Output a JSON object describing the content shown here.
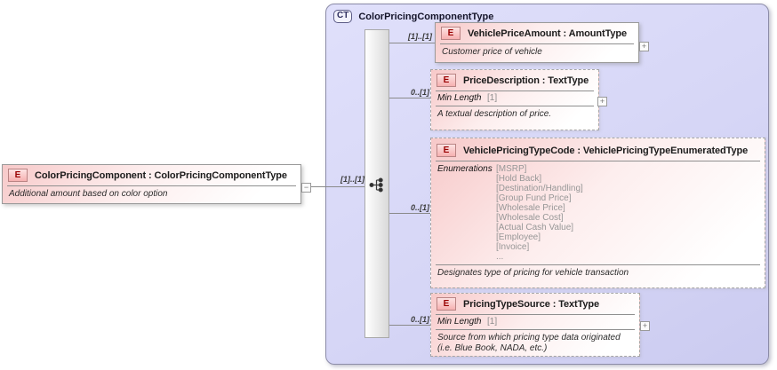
{
  "diagram": {
    "root_element": {
      "badge": "E",
      "title": "ColorPricingComponent : ColorPricingComponentType",
      "annotation": "Additional amount based on color option",
      "collapse_glyph": "−",
      "cardinality": "[1]..[1]"
    },
    "complex_type": {
      "badge": "CT",
      "title": "ColorPricingComponentType",
      "compositor": "sequence"
    },
    "children": [
      {
        "badge": "E",
        "title": "VehiclePriceAmount : AmountType",
        "cardinality": "[1]..[1]",
        "annotation": "Customer price of vehicle",
        "expand_glyph": "+"
      },
      {
        "badge": "E",
        "title": "PriceDescription : TextType",
        "cardinality": "0..[1]",
        "facet_label": "Min Length",
        "facet_value": "[1]",
        "annotation": "A textual description of price.",
        "expand_glyph": "+"
      },
      {
        "badge": "E",
        "title": "VehiclePricingTypeCode : VehiclePricingTypeEnumeratedType",
        "cardinality": "0..[1]",
        "enumerations_label": "Enumerations",
        "enumerations": [
          "[MSRP]",
          "[Hold Back]",
          "[Destination/Handling]",
          "[Group Fund Price]",
          "[Wholesale Price]",
          "[Wholesale Cost]",
          "[Actual Cash Value]",
          "[Employee]",
          "[Invoice]",
          "..."
        ],
        "annotation": "Designates type of pricing for vehicle transaction"
      },
      {
        "badge": "E",
        "title": "PricingTypeSource : TextType",
        "cardinality": "0..[1]",
        "facet_label": "Min Length",
        "facet_value": "[1]",
        "annotation": "Source from which pricing type data originated (i.e. Blue Book, NADA, etc.)",
        "expand_glyph": "+"
      }
    ],
    "colors": {
      "container_fill": "#d6d6f6",
      "element_fill": "#f7c9c9",
      "badge_red": "#990000",
      "connector_line": "#8a8a8a"
    }
  }
}
